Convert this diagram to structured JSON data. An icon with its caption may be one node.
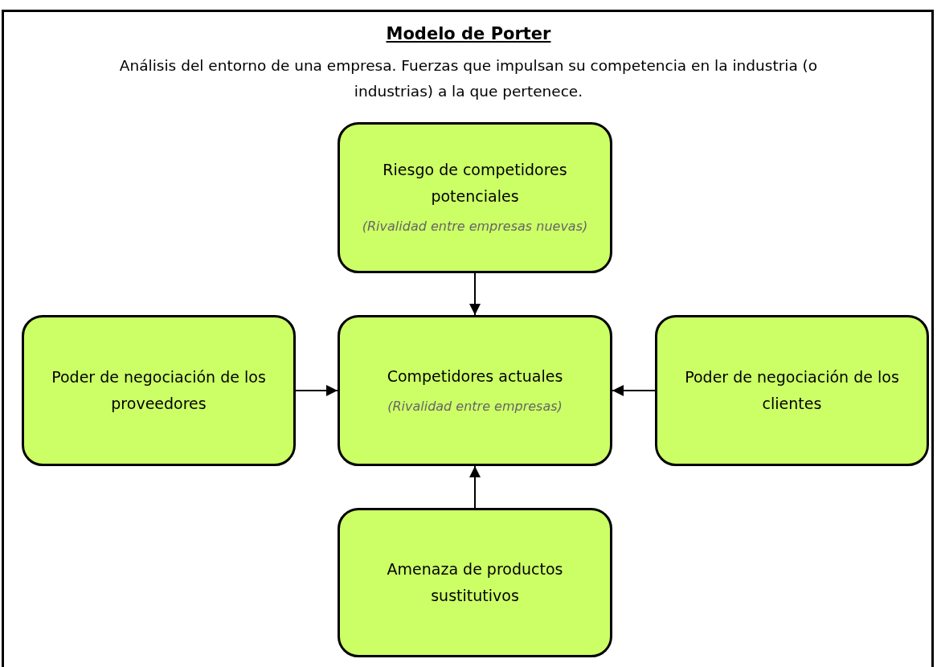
{
  "diagram": {
    "title": "Modelo de Porter",
    "caption": "Análisis del entorno de una empresa. Fuerzas que impulsan su competencia en la industria (o industrias) a la que pertenece.",
    "nodes": [
      {
        "text": [
          "Riesgo de competidores potenciales",
          "(Rivalidad entre empresas nuevas)"
        ]
      },
      {
        "text": [
          "Poder de negociación de los proveedores"
        ]
      },
      {
        "text": [
          "Competidores actuales",
          "(Rivalidad entre empresas)"
        ]
      },
      {
        "text": [
          "Poder de negociación de los clientes"
        ]
      },
      {
        "text": [
          "Amenaza de productos sustitutivos"
        ]
      }
    ],
    "edges": [
      {
        "from": 0,
        "to": 2,
        "arrow": "to"
      },
      {
        "from": 1,
        "to": 2,
        "arrow": "to"
      },
      {
        "from": 3,
        "to": 2,
        "arrow": "to"
      },
      {
        "from": 4,
        "to": 2,
        "arrow": "to"
      }
    ]
  }
}
